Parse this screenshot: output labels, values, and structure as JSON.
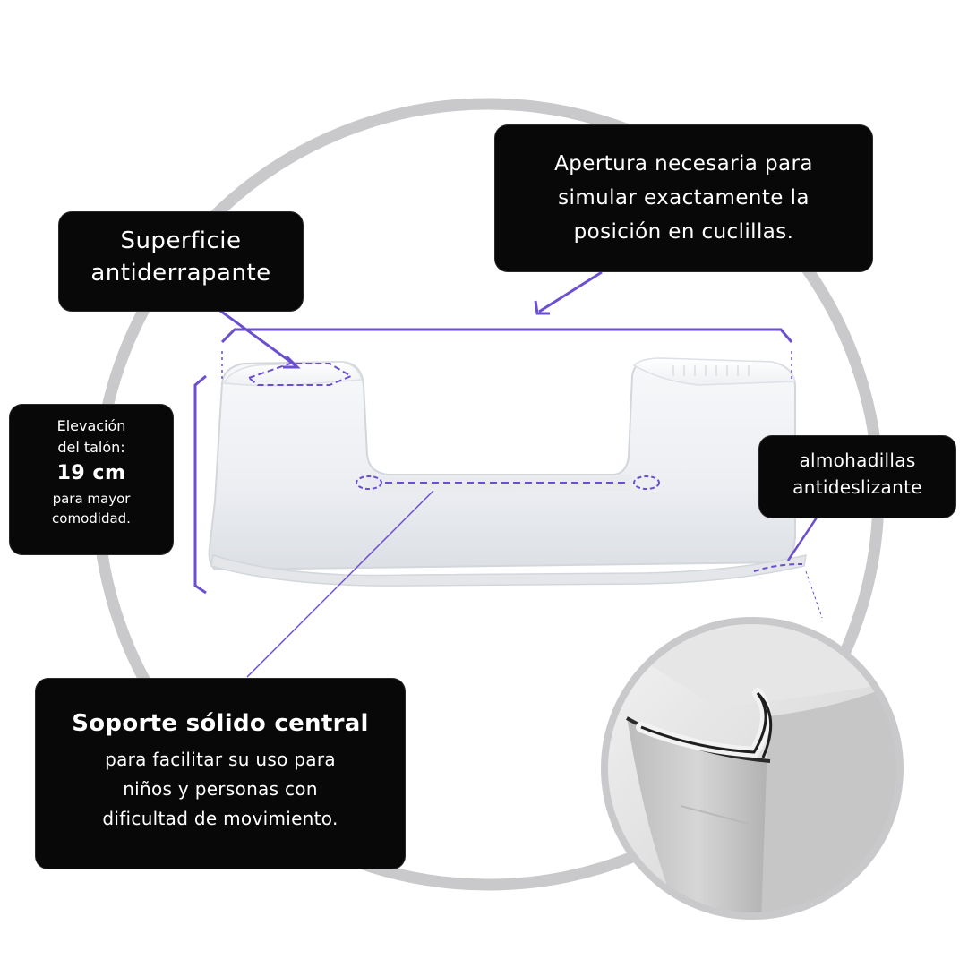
{
  "colors": {
    "circle_border": "#c9c9cc",
    "accent_purple": "#6b4fcf",
    "callout_bg": "#080808",
    "callout_text": "#ffffff"
  },
  "callouts": {
    "surface": {
      "lines": [
        "Superficie",
        "antiderrapante"
      ]
    },
    "opening": {
      "lines": [
        "Apertura necesaria para",
        "simular exactamente la",
        "posición en cuclillas."
      ]
    },
    "heel": {
      "lines": [
        "Elevación",
        "del talón:",
        "19 cm",
        "para mayor",
        "comodidad."
      ]
    },
    "pads": {
      "lines": [
        "almohadillas",
        "antideslizante"
      ]
    },
    "support": {
      "title": "Soporte sólido central",
      "lines": [
        "para facilitar su uso para",
        "niños y personas con",
        "dificultad de movimiento."
      ]
    }
  }
}
